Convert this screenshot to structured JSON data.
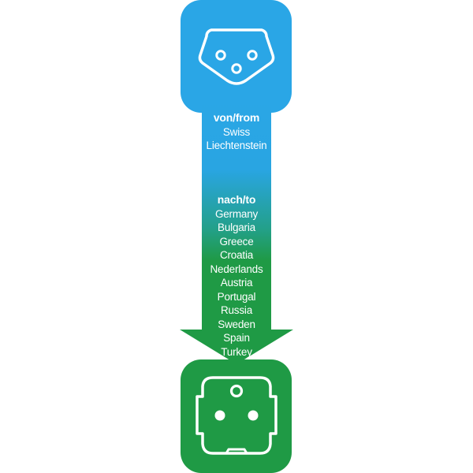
{
  "from": {
    "heading": "von/from",
    "countries": [
      "Swiss",
      "Liechtenstein"
    ]
  },
  "to": {
    "heading": "nach/to",
    "countries": [
      "Germany",
      "Bulgaria",
      "Greece",
      "Croatia",
      "Nederlands",
      "Austria",
      "Portugal",
      "Russia",
      "Sweden",
      "Spain",
      "Turkey"
    ]
  },
  "icons": {
    "source_plug": "swiss-type-j-socket-icon",
    "target_plug": "schuko-type-f-socket-icon"
  },
  "colors": {
    "top_blue": "#2aa6e6",
    "bottom_green": "#1f9a45",
    "text": "#ffffff"
  }
}
